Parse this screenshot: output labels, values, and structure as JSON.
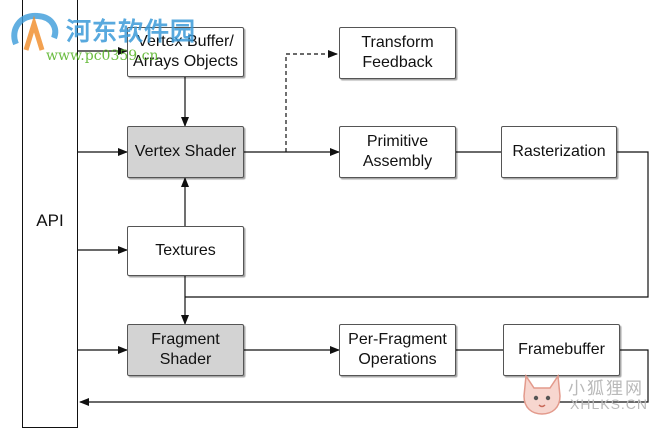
{
  "api": {
    "label": "API"
  },
  "boxes": {
    "vertex_buffer": "Vertex Buffer/\nArrays Objects",
    "transform_feedback": "Transform\nFeedback",
    "vertex_shader": "Vertex Shader",
    "primitive_assembly": "Primitive\nAssembly",
    "rasterization": "Rasterization",
    "textures": "Textures",
    "fragment_shader": "Fragment\nShader",
    "per_fragment_operations": "Per-Fragment\nOperations",
    "framebuffer": "Framebuffer"
  },
  "colors": {
    "shader_fill": "#d3d3d3",
    "box_fill": "#ffffff",
    "line": "#111111",
    "watermark_blue": "#3b9bd9",
    "watermark_green": "#5ab52b",
    "watermark_gray": "#b9b9b9"
  },
  "watermarks": {
    "top_left_brand": "河东软件园",
    "top_left_site": "www.pc0359.cn",
    "bottom_right_cn": "小狐狸网",
    "bottom_right_en": "XHLKS.CN"
  }
}
